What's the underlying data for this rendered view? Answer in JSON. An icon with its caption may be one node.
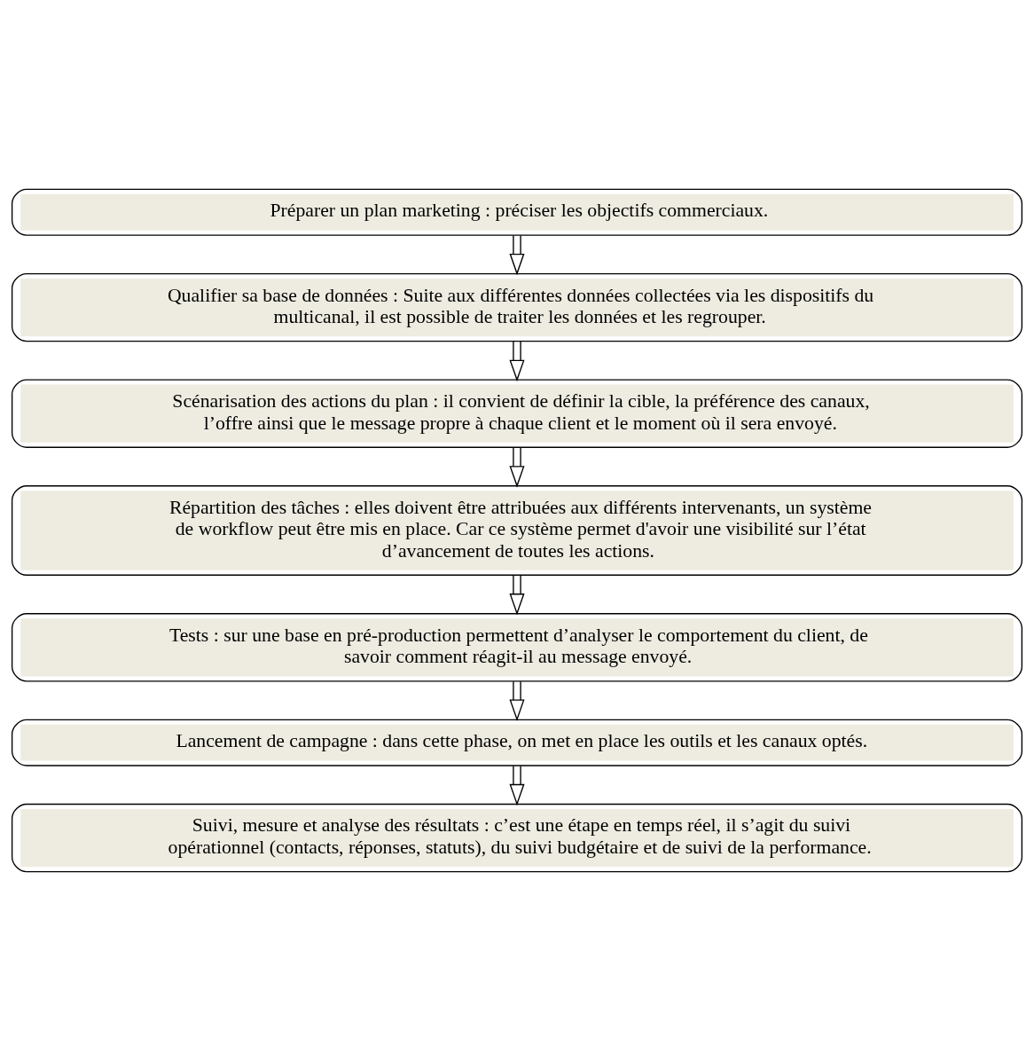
{
  "diagram": {
    "nodes": [
      {
        "text": [
          "Préparer un plan marketing : préciser les objectifs commerciaux."
        ]
      },
      {
        "text": [
          "Qualifier sa base de données : Suite aux différentes données collectées via les dispositifs du multicanal, il est possible de traiter les données et les regrouper."
        ]
      },
      {
        "text": [
          "Scénarisation des actions du plan : il convient de définir la cible, la préférence des canaux, l’offre ainsi que le message propre à chaque client et le moment où il sera envoyé."
        ]
      },
      {
        "text": [
          "Répartition des tâches : elles doivent être attribuées aux différents intervenants, un système de workflow peut être mis en place. Car ce système permet d'avoir une visibilité sur l’état d’avancement de toutes les actions."
        ]
      },
      {
        "text": [
          "Tests : sur une base en pré-production permettent d’analyser le comportement du client, de savoir comment réagit-il au message envoyé."
        ]
      },
      {
        "text": [
          "Lancement de campagne : dans cette phase, on met en place les outils et les canaux optés."
        ]
      },
      {
        "text": [
          "Suivi, mesure et analyse des résultats : c’est une étape en temps réel, il s’agit du suivi opérationnel (contacts, réponses, statuts), du suivi budgétaire et de suivi de la performance."
        ]
      }
    ],
    "edges": [
      {
        "from": 0,
        "to": 1,
        "arrow": "to"
      },
      {
        "from": 1,
        "to": 2,
        "arrow": "to"
      },
      {
        "from": 2,
        "to": 3,
        "arrow": "to"
      },
      {
        "from": 3,
        "to": 4,
        "arrow": "to"
      },
      {
        "from": 4,
        "to": 5,
        "arrow": "to"
      },
      {
        "from": 5,
        "to": 6,
        "arrow": "to"
      }
    ]
  }
}
